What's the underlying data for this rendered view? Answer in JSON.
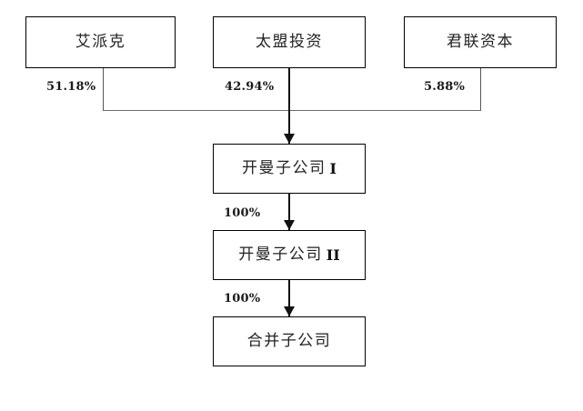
{
  "diagram": {
    "type": "org-ownership-chart",
    "title": "",
    "shareholders": [
      {
        "id": "aipaike",
        "label": "艾派克",
        "suffix": "",
        "ownership": "51.18%"
      },
      {
        "id": "taimeng",
        "label": "太盟投资",
        "suffix": "",
        "ownership": "42.94%"
      },
      {
        "id": "junlian",
        "label": "君联资本",
        "suffix": "",
        "ownership": "5.88%"
      }
    ],
    "chain": [
      {
        "id": "cayman-1",
        "label": "开曼子公司",
        "suffix": "I",
        "ownership_from_parent": "100%"
      },
      {
        "id": "cayman-2",
        "label": "开曼子公司",
        "suffix": "II",
        "ownership_from_parent": "100%"
      },
      {
        "id": "merged",
        "label": "合并子公司",
        "suffix": "",
        "ownership_from_parent": ""
      }
    ],
    "edges": [
      {
        "from": "aipaike",
        "to": "cayman-1",
        "label": "51.18%"
      },
      {
        "from": "taimeng",
        "to": "cayman-1",
        "label": "42.94%"
      },
      {
        "from": "junlian",
        "to": "cayman-1",
        "label": "5.88%"
      },
      {
        "from": "cayman-1",
        "to": "cayman-2",
        "label": "100%"
      },
      {
        "from": "cayman-2",
        "to": "merged",
        "label": "100%"
      }
    ],
    "colors": {
      "background": "#ffffff",
      "box_border": "#000000",
      "box_fill": "#ffffff",
      "text": "#222222",
      "connector_line": "#6b6b6b",
      "connector_arrow": "#111111"
    }
  }
}
